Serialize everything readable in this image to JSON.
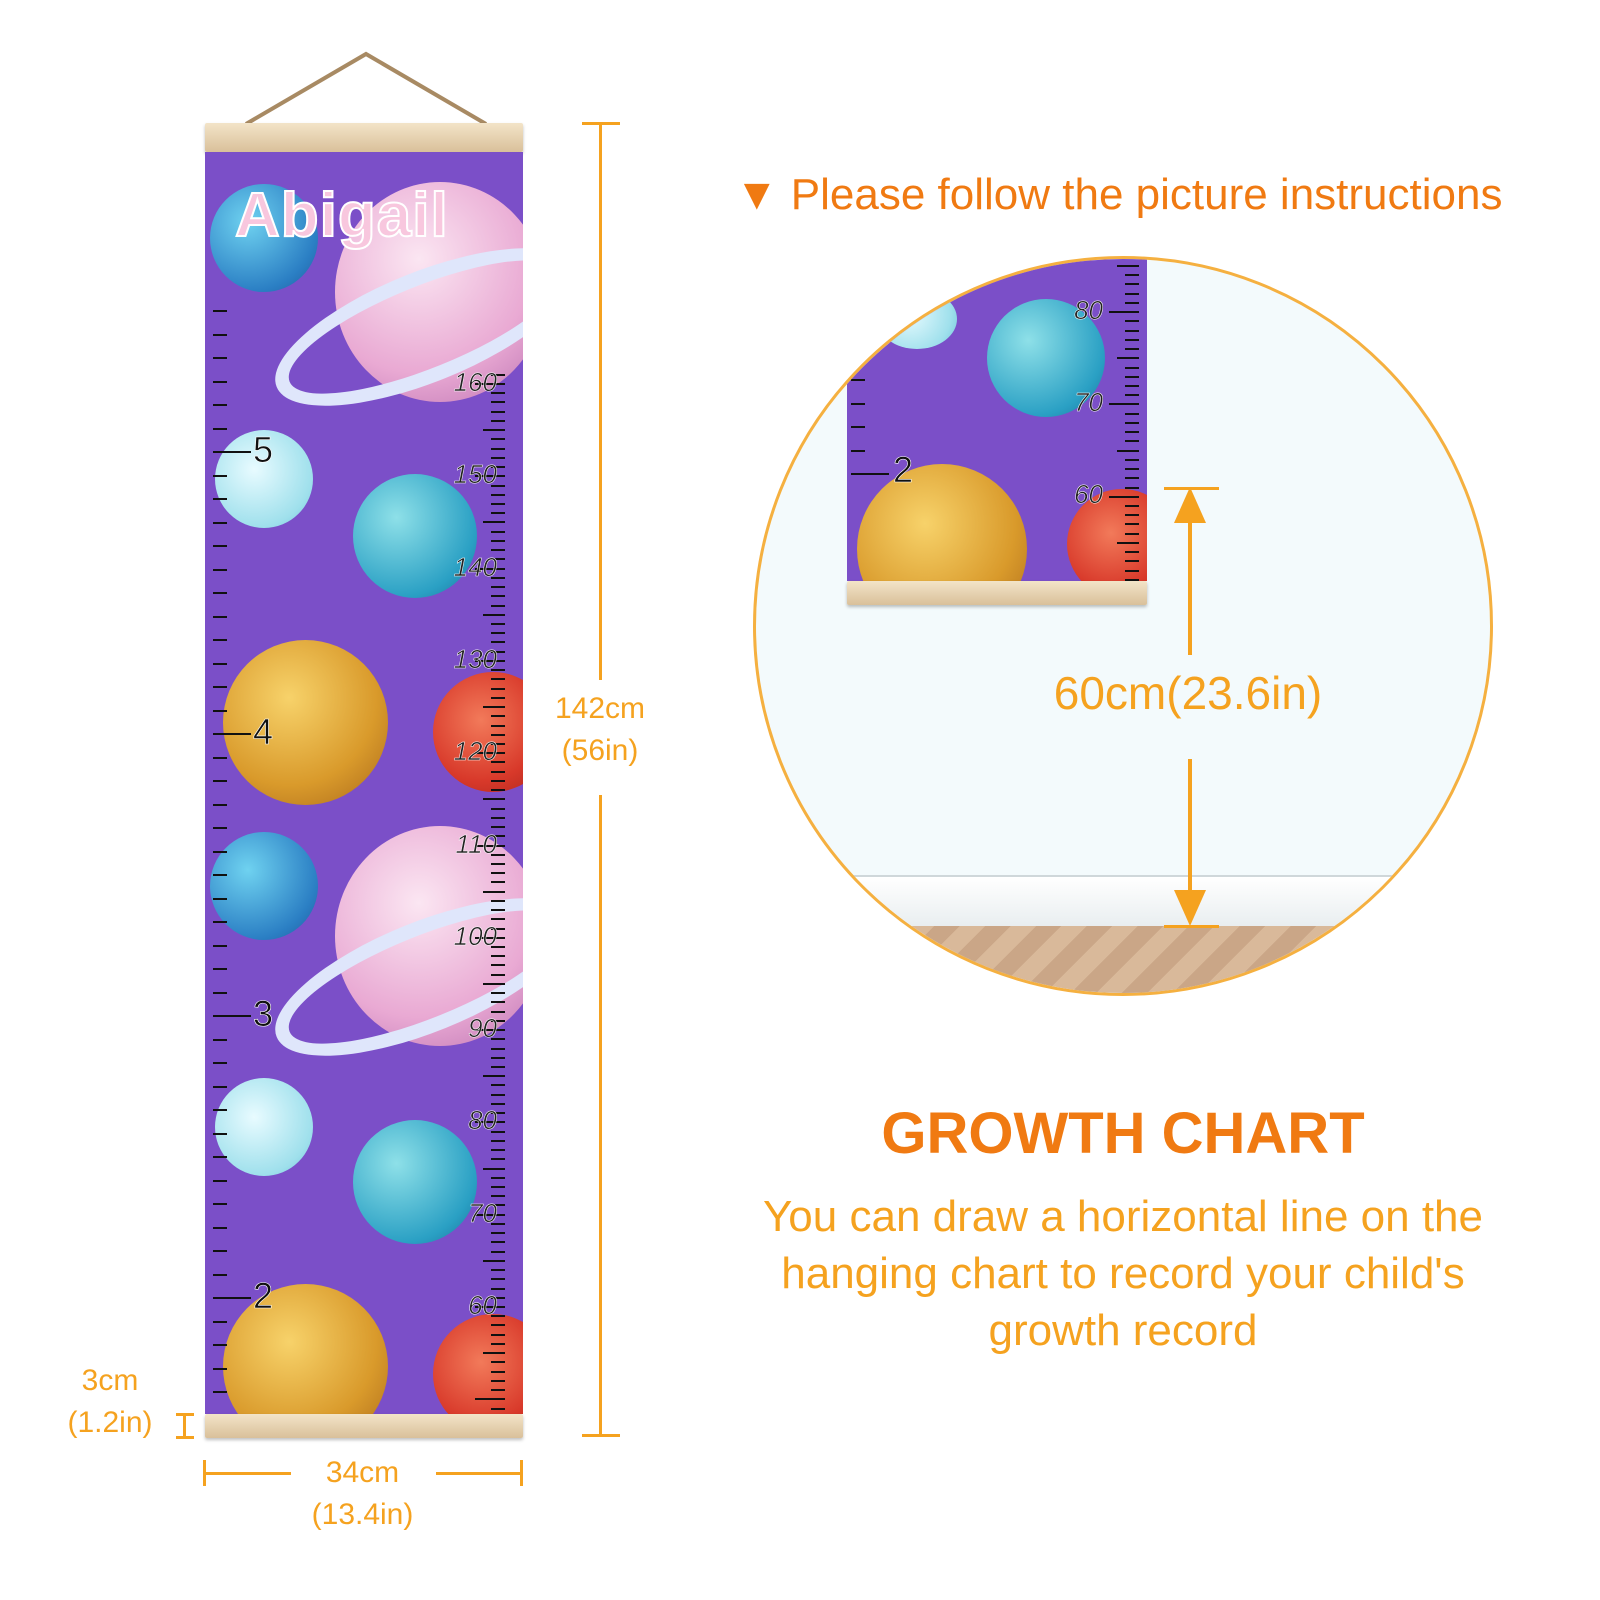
{
  "chart": {
    "name": "Abigail",
    "cm_labels": [
      "160",
      "150",
      "140",
      "130",
      "120",
      "110",
      "100",
      "90",
      "80",
      "70",
      "60"
    ],
    "feet_labels": [
      "5",
      "4",
      "3",
      "2"
    ]
  },
  "dimensions": {
    "height_cm": "142cm",
    "height_in": "(56in)",
    "width_cm": "34cm",
    "width_in": "(13.4in)",
    "bar_cm": "3cm",
    "bar_in": "(1.2in)"
  },
  "instructions": {
    "heading": "▼ Please follow the picture instructions",
    "inset_cm_labels": [
      "80",
      "70",
      "60"
    ],
    "inset_feet_label": "2",
    "mount_height": "60cm(23.6in)"
  },
  "info": {
    "title": "GROWTH CHART",
    "lines": [
      "You can draw a horizontal line on the",
      "hanging chart to record your child's",
      "growth record"
    ]
  },
  "colors": {
    "accent": "#f07a12",
    "dimension": "#f5a21f",
    "chart_bg": "#7b4fc8"
  }
}
